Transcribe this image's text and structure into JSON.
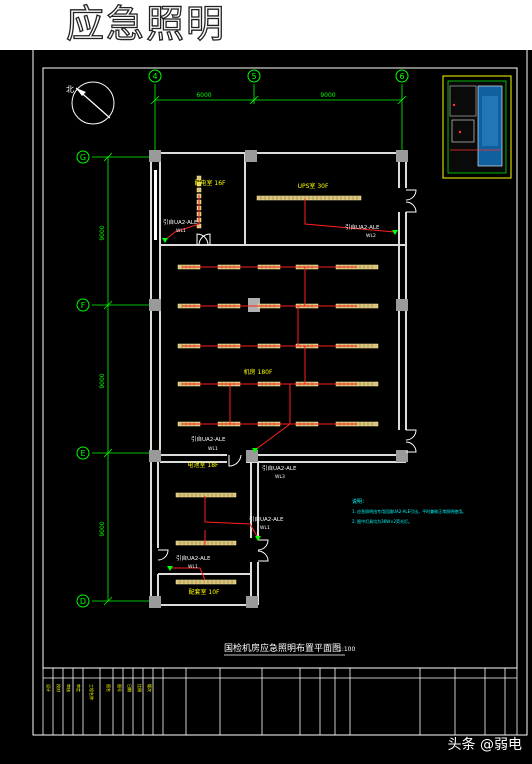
{
  "heading": "应急照明",
  "axes": {
    "vertical": [
      "4",
      "5",
      "6"
    ],
    "horizontal": [
      "G",
      "F",
      "E",
      "D"
    ]
  },
  "dimensions": {
    "top": [
      "6000",
      "9000"
    ],
    "left": [
      "9000",
      "9000",
      "9000"
    ]
  },
  "rooms": {
    "top_left": "配电室 16F",
    "top_right": "UPS室 30F",
    "main": "机房 180F",
    "lower": "电池室 18F",
    "bottom": "配套室 10F"
  },
  "panels": [
    {
      "id": "panel-1",
      "text": "引自UA2-ALE",
      "sub": "WL1"
    },
    {
      "id": "panel-2",
      "text": "引自UA2-ALE",
      "sub": "WL2"
    },
    {
      "id": "panel-3",
      "text": "引自UA2-ALE",
      "sub": "WL1"
    },
    {
      "id": "panel-4",
      "text": "引自UA2-ALE",
      "sub": "WL3"
    },
    {
      "id": "panel-5",
      "text": "引自UA2-ALE",
      "sub": "WL1"
    },
    {
      "id": "panel-6",
      "text": "引自UA2-ALE",
      "sub": "WL1"
    }
  ],
  "notes": {
    "title": "说明：",
    "lines": [
      "1. 应急照明由专用回路UA2-ALE引出，平时兼做正常照明使用。",
      "2. 图中灯具均为36W×2荧光灯。"
    ]
  },
  "drawing_title": "国检机房应急照明布置平面图",
  "drawing_scale": "1:100",
  "title_block_cells": [
    "设计",
    "校对",
    "审核",
    "审定",
    "工程名称",
    "图名",
    "图号",
    "日期",
    "比例",
    "版次"
  ],
  "watermark": "头条 @弱电",
  "colors": {
    "background": "#000000",
    "frame": "#ffffff",
    "axis": "#00ff00",
    "wall": "#dcdcdc",
    "column": "#9a9a9a",
    "fixture_fill": "#d8c078",
    "fixture_stroke": "#fff2a0",
    "wire": "#ff2020",
    "text": "#ffff00",
    "note_text": "#00ffff"
  }
}
